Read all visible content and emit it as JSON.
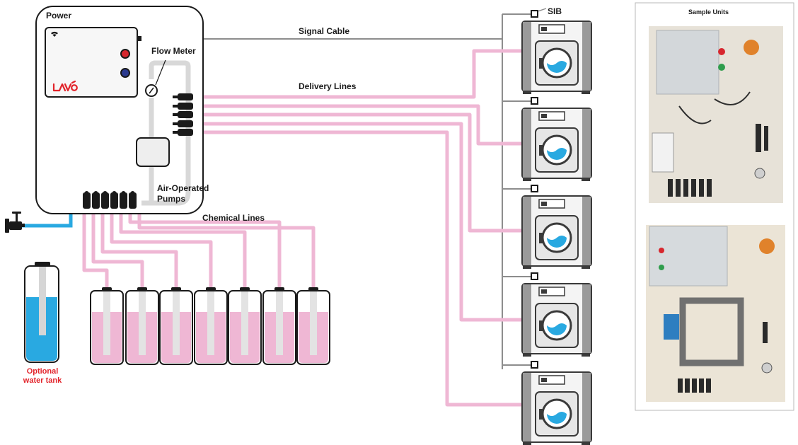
{
  "labels": {
    "power": "Power",
    "flow_meter": "Flow Meter",
    "signal_cable": "Signal Cable",
    "sib": "SIB",
    "delivery_lines": "Delivery Lines",
    "air_operated_pumps_line1": "Air-Operated",
    "air_operated_pumps_line2": "Pumps",
    "chemical_lines": "Chemical Lines",
    "optional_water_tank_line1": "Optional",
    "optional_water_tank_line2": "water tank",
    "sample_units": "Sample Units",
    "brand_logo": "LAVO"
  },
  "colors": {
    "chemical_pink": "#efb7d4",
    "water_blue": "#29a9e1",
    "signal_gray": "#8d8d8d",
    "accent_red": "#e2232a",
    "indicator_red": "#d7262d",
    "indicator_blue": "#2b3a8f",
    "washer_gray": "#9a9a9a",
    "washer_dark": "#3a3a3a"
  },
  "counts": {
    "washers": 5,
    "chemical_drums": 7,
    "pumps": 6,
    "delivery_outlets": 5
  }
}
